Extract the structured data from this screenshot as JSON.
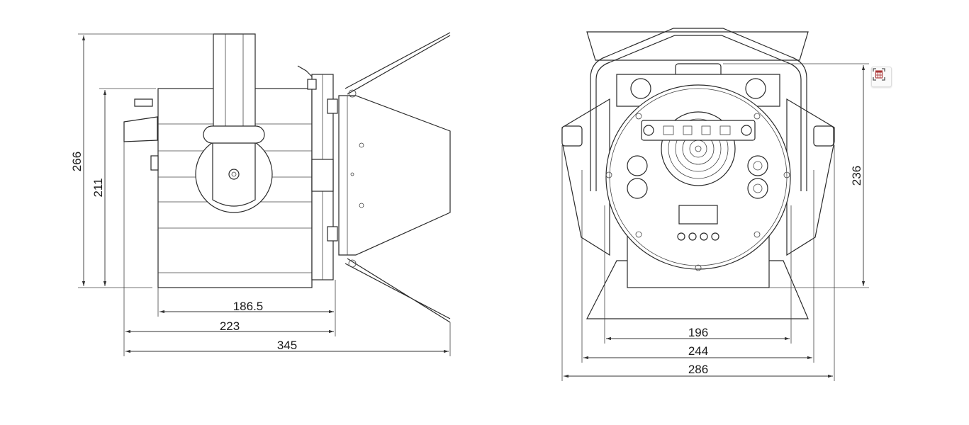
{
  "side_view": {
    "height_overall": "266",
    "height_body": "211",
    "depth_body": "186.5",
    "depth_with_handle": "223",
    "depth_overall": "345"
  },
  "rear_view": {
    "width_body": "196",
    "width_yoke": "244",
    "width_overall": "286",
    "height": "236"
  },
  "toolbar": {
    "icon": "grid-select-icon"
  }
}
